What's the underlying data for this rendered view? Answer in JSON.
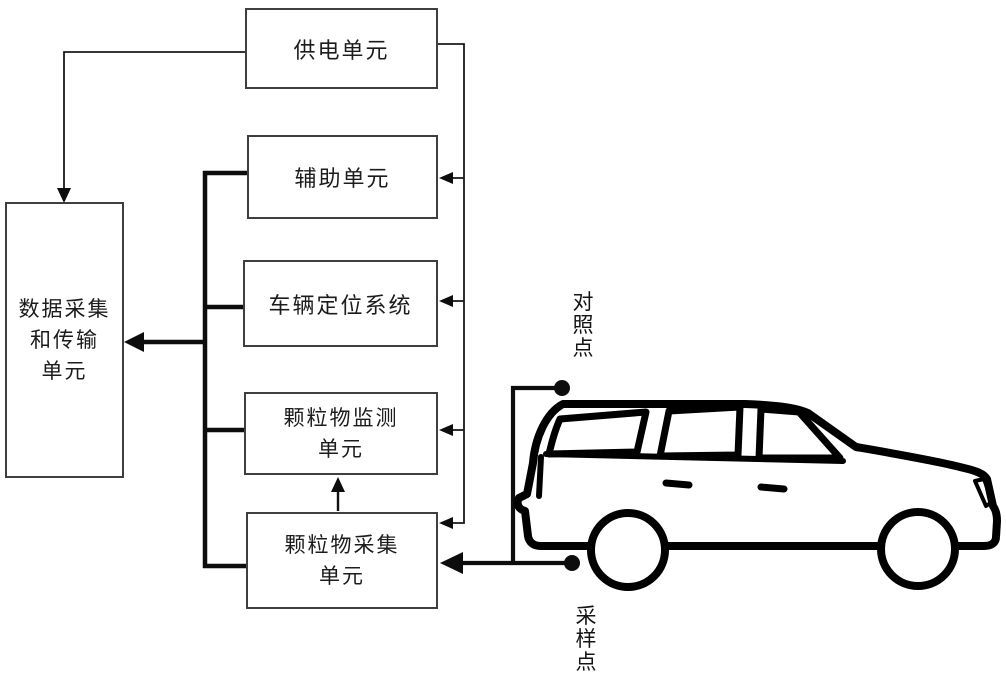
{
  "colors": {
    "background": "#ffffff",
    "box_border": "#3f3f3f",
    "line_color": "#1a1a1a",
    "car_outline": "#000000"
  },
  "boxes": {
    "power_supply": {
      "label": "供电单元"
    },
    "data_unit": {
      "lines": [
        "数据采集",
        "和传输",
        "单元"
      ]
    },
    "auxiliary": {
      "label": "辅助单元"
    },
    "positioning": {
      "label": "车辆定位系统"
    },
    "pm_monitor": {
      "lines": [
        "颗粒物监测",
        "单元"
      ]
    },
    "pm_collect": {
      "lines": [
        "颗粒物采集",
        "单元"
      ]
    }
  },
  "annotations": {
    "control_point": {
      "label": "对照点"
    },
    "sampling_point": {
      "label": "采样点"
    }
  },
  "illustration": {
    "name": "suv-side-view"
  }
}
